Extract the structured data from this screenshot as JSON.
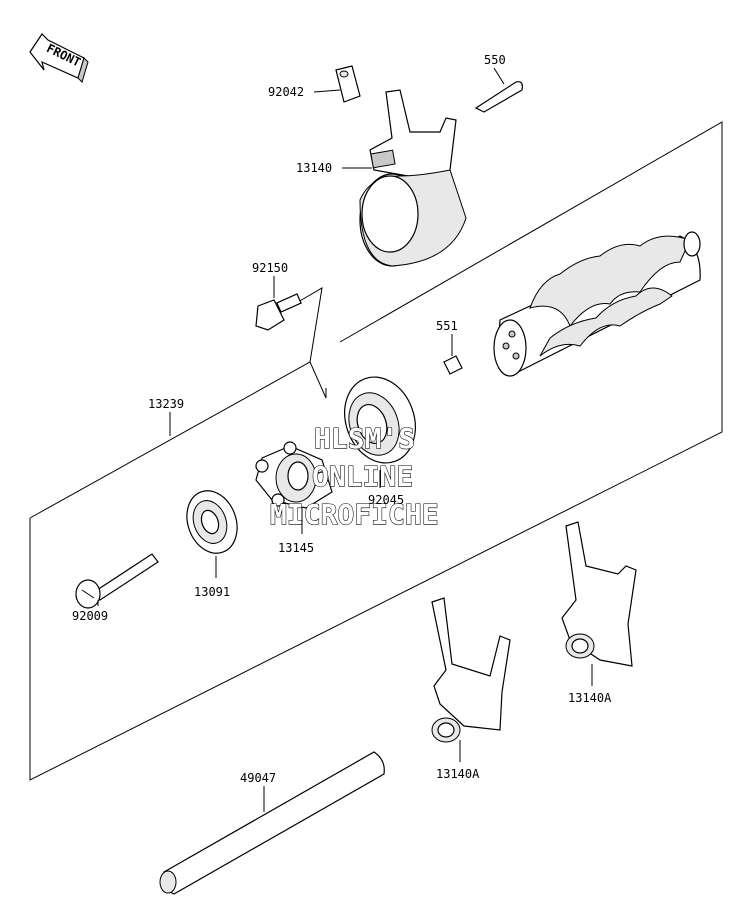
{
  "front_badge": {
    "text": "FRONT"
  },
  "labels": {
    "p92042": "92042",
    "p550": "550",
    "p13140": "13140",
    "p92150": "92150",
    "p551": "551",
    "p13239": "13239",
    "p92045": "92045",
    "p13145": "13145",
    "p13091": "13091",
    "p92009": "92009",
    "p13140A_right": "13140A",
    "p13140A_center": "13140A",
    "p49047": "49047"
  },
  "watermark": {
    "line1": "HLSM'S",
    "line2": "ONLINE",
    "line3": "MICROFICHE"
  }
}
